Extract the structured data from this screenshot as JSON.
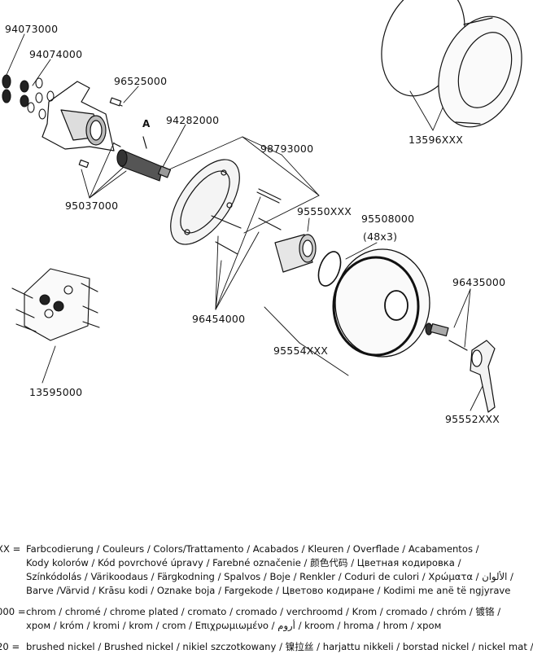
{
  "parts": {
    "p94073000": "94073000",
    "p94074000": "94074000",
    "p96525000": "96525000",
    "p94282000": "94282000",
    "label_a": "A",
    "p98793000": "98793000",
    "p95037000": "95037000",
    "p95550xxx": "95550XXX",
    "p95508000": "95508000",
    "p95508000_size": "(48x3)",
    "p96454000": "96454000",
    "p96435000": "96435000",
    "p95554xxx": "95554XXX",
    "p13595000": "13595000",
    "p13596xxx": "13596XXX",
    "p95552xxx": "95552XXX"
  },
  "legend": {
    "row1_key": "XX =",
    "row1_lines": [
      "Farbcodierung / Couleurs / Colors/Trattamento / Acabados / Kleuren / Overflade / Acabamentos /",
      "Kody kolorów / Kód povrchové úpravy / Farebné označenie / 颜色代码 / Цветная кодировка /",
      "Színkódolás / Värikoodaus / Färgkodning / Spalvos / Boje / Renkler / Coduri de culori / Χρώματα / الألوان /",
      "Barve /Värvid / Krāsu kodi / Oznake boja / Fargekode / Цветово кодиране / Kodimi me anë të ngjyrave"
    ],
    "row2_key": "000 =",
    "row2_lines": [
      "chrom / chromé / chrome plated / cromato / cromado / verchroomd / Krom / cromado / chróm / 镀铬 /",
      "хром / króm / kromi / krom / crom / Επιχρωμιωμένο / أروم / kroom / hroma / hrom / хром"
    ],
    "row3_key": "20 =",
    "row3_lines": [
      "brushed nickel / Brushed nickel / nikiel szczotkowany / 镍拉丝 / harjattu nikkeli / borstad nickel / nickel mat /"
    ]
  }
}
